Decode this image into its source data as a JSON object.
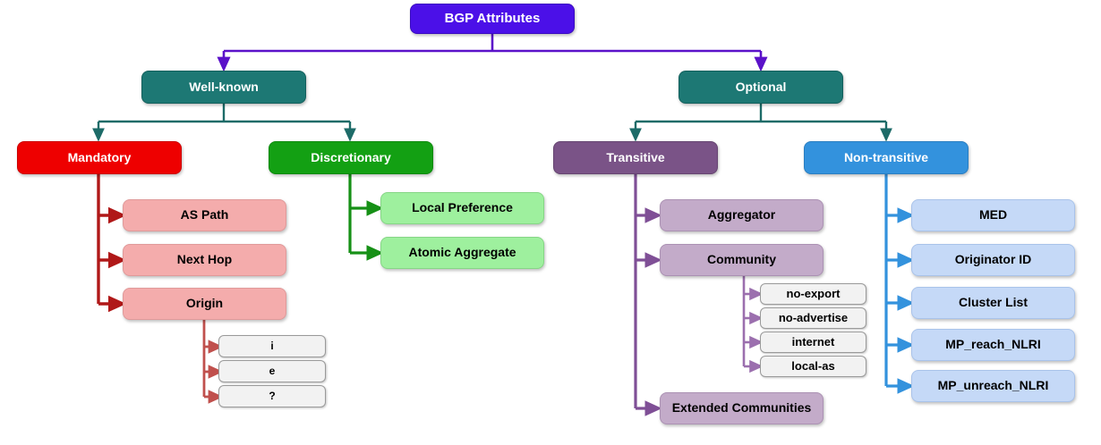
{
  "diagram": {
    "title": "BGP Attributes",
    "colors": {
      "root": "#4b10e8",
      "wellknown_optional": "#1d7874",
      "mandatory": "#ee0000",
      "discretionary": "#13a013",
      "transitive": "#7a5387",
      "nontransitive": "#3392dd",
      "mandatory_leaf": "#f4acac",
      "discretionary_leaf": "#9ef09e",
      "transitive_leaf": "#c3abc9",
      "nontransitive_leaf": "#c5d9f7",
      "small_leaf": "#f2f2f2"
    },
    "root": {
      "label": "BGP Attributes"
    },
    "level1": [
      {
        "label": "Well-known"
      },
      {
        "label": "Optional"
      }
    ],
    "level2": [
      {
        "label": "Mandatory"
      },
      {
        "label": "Discretionary"
      },
      {
        "label": "Transitive"
      },
      {
        "label": "Non-transitive"
      }
    ],
    "mandatory_children": [
      {
        "label": "AS Path"
      },
      {
        "label": "Next Hop"
      },
      {
        "label": "Origin"
      }
    ],
    "origin_children": [
      {
        "label": "i"
      },
      {
        "label": "e"
      },
      {
        "label": "?"
      }
    ],
    "discretionary_children": [
      {
        "label": "Local Preference"
      },
      {
        "label": "Atomic Aggregate"
      }
    ],
    "transitive_children": [
      {
        "label": "Aggregator"
      },
      {
        "label": "Community"
      },
      {
        "label": "Extended Communities"
      }
    ],
    "community_children": [
      {
        "label": "no-export"
      },
      {
        "label": "no-advertise"
      },
      {
        "label": "internet"
      },
      {
        "label": "local-as"
      }
    ],
    "nontransitive_children": [
      {
        "label": "MED"
      },
      {
        "label": "Originator ID"
      },
      {
        "label": "Cluster List"
      },
      {
        "label": "MP_reach_NLRI"
      },
      {
        "label": "MP_unreach_NLRI"
      }
    ]
  }
}
